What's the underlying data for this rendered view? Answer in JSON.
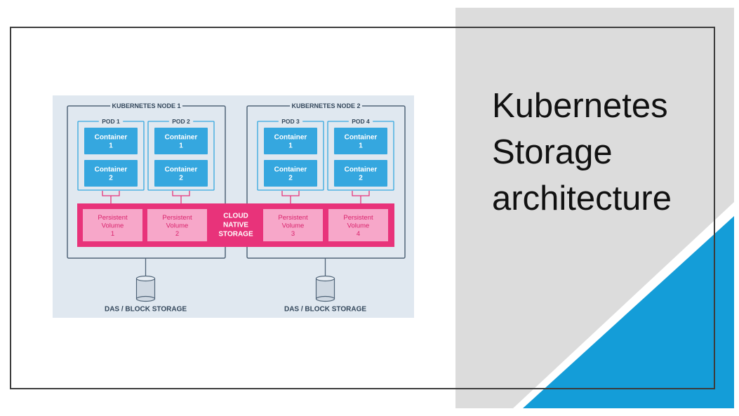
{
  "slide": {
    "title_lines": [
      "Kubernetes",
      "Storage",
      "architecture"
    ],
    "accent_color": "#149dd8",
    "panel_color": "#dcdcdc"
  },
  "diagram": {
    "background": "#e0e8f0",
    "node_border": "#506478",
    "container_color": "#35a7df",
    "storage_band_color": "#e8337a",
    "volume_color": "#f7a7c9",
    "nodes": [
      {
        "label": "KUBERNETES NODE 1",
        "pods": [
          {
            "label": "POD 1",
            "containers": [
              [
                "Container",
                "1"
              ],
              [
                "Container",
                "2"
              ]
            ]
          },
          {
            "label": "POD 2",
            "containers": [
              [
                "Container",
                "1"
              ],
              [
                "Container",
                "2"
              ]
            ]
          }
        ],
        "volumes": [
          [
            "Persistent",
            "Volume",
            "1"
          ],
          [
            "Persistent",
            "Volume",
            "2"
          ]
        ],
        "das_label": "DAS / BLOCK STORAGE"
      },
      {
        "label": "KUBERNETES NODE 2",
        "pods": [
          {
            "label": "POD 3",
            "containers": [
              [
                "Container",
                "1"
              ],
              [
                "Container",
                "2"
              ]
            ]
          },
          {
            "label": "POD 4",
            "containers": [
              [
                "Container",
                "1"
              ],
              [
                "Container",
                "2"
              ]
            ]
          }
        ],
        "volumes": [
          [
            "Persistent",
            "Volume",
            "3"
          ],
          [
            "Persistent",
            "Volume",
            "4"
          ]
        ],
        "das_label": "DAS / BLOCK STORAGE"
      }
    ],
    "cloud_storage_lines": [
      "CLOUD",
      "NATIVE",
      "STORAGE"
    ]
  }
}
